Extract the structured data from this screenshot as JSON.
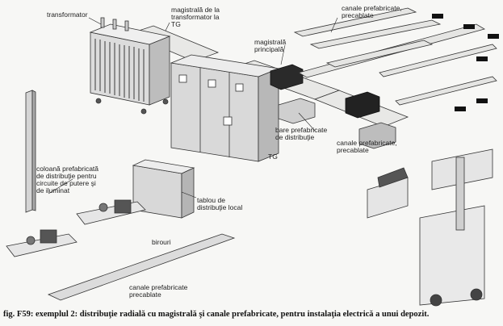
{
  "labels": {
    "transformator": "transformator",
    "magistrala_transformator": "magistrală de la\ntransformator la\nTG",
    "magistrala_principala": "magistrală\nprincipală",
    "canale_top": "canale prefabricate,\nprecablate",
    "bare_prefabricate": "bare prefabricate\nde distribuţie",
    "tg": "TG",
    "canale_right": "canale prefabricate,\nprecablate",
    "coloana": "coloană prefabricată\nde distribuţie pentru\ncircuite de putere şi\nde iluminat",
    "tablou": "tablou de\ndistribuţie local",
    "birouri": "birouri",
    "canale_bottom": "canale prefabricate\nprecablate"
  },
  "caption": "fig. F59: exemplul 2: distribuţie radială cu magistrală şi canale prefabricate, pentru instalaţia electrică a unui depozit."
}
